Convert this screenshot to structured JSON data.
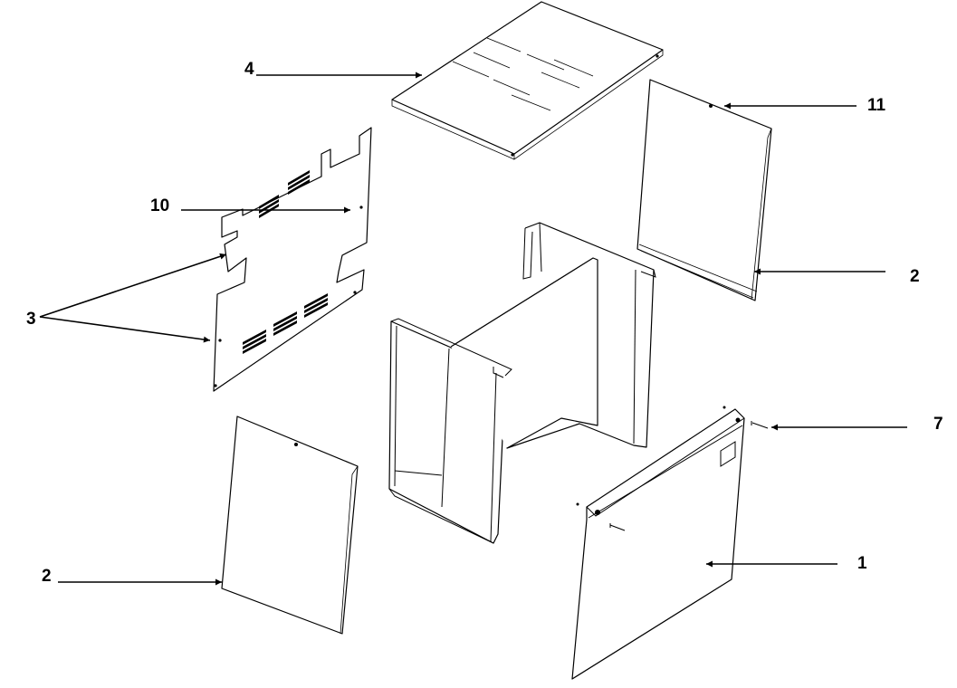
{
  "diagram": {
    "callouts": [
      {
        "id": "c4",
        "label": "4"
      },
      {
        "id": "c11",
        "label": "11"
      },
      {
        "id": "c10",
        "label": "10"
      },
      {
        "id": "c3",
        "label": "3"
      },
      {
        "id": "c2-right",
        "label": "2"
      },
      {
        "id": "c7",
        "label": "7"
      },
      {
        "id": "c2-left",
        "label": "2"
      },
      {
        "id": "c1",
        "label": "1"
      }
    ]
  }
}
